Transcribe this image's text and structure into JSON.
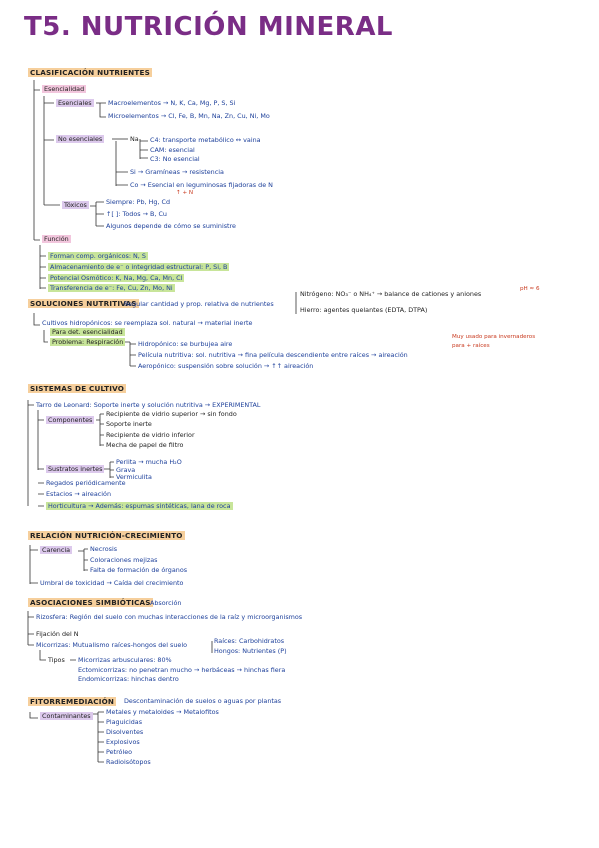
{
  "title": "T5. NUTRICIÓN MINERAL",
  "s1": {
    "heading": "CLASIFICACIÓN NUTRIENTES",
    "esencialidad": "Esencialidad",
    "esenciales": "Esenciales",
    "macro": "Macroelementos → N, K, Ca, Mg, P, S, Si",
    "micro": "Microelementos → Cl, Fe, B, Mn, Na, Zn, Cu, Ni, Mo",
    "no_esenciales": "No esenciales",
    "na_label": "Na",
    "na1": "C4: transporte metabólico ↔ vaina",
    "na2": "CAM: esencial",
    "na3": "C3: No esencial",
    "si": "Si → Gramíneas → resistencia",
    "co": "Co → Esencial en leguminosas fijadoras de N",
    "co_note": "↑ + N",
    "toxicos": "Tóxicos",
    "t1": "Siempre: Pb, Hg, Cd",
    "t2": "↑[ ]: Todos → B, Cu",
    "t3": "Algunos depende de cómo se suministre",
    "funcion": "Función",
    "f1": "Forman comp. orgánicos: N, S",
    "f2": "Almacenamiento de e⁻ o integridad estructural: P, Si, B",
    "f3": "Potencial Osmótico: K, Na, Mg, Ca, Mn, Cl",
    "f4": "Transferencia de e⁻: Fe, Cu, Zn, Mo, Ni"
  },
  "s2": {
    "heading": "SOLUCIONES NUTRITIVAS",
    "desc": "Regular cantidad y prop. relativa de nutrientes",
    "nitro": "Nitrógeno: NO₃⁻ o NH₄⁺ → balance de cationes y aniones",
    "hierro": "Hierro: agentes quelantes (EDTA, DTPA)",
    "ph": "pH ≈ 6",
    "cultivos": "Cultivos hidropónicos: se reemplaza sol. natural → material inerte",
    "para": "Para det. esencialidad",
    "problema": "Problema: Respiración",
    "p1": "Hidropónico: se burbujea aire",
    "p2": "Película nutritiva: sol. nutritiva → fina película descendiente entre raíces → aireación",
    "p3": "Aeropónico: suspensión sobre solución → ↑↑ aireación",
    "red": "Muy usado para invernaderos",
    "red2": "para + raíces"
  },
  "s3": {
    "heading": "SISTEMAS DE CULTIVO",
    "tarro": "Tarro de Leonard: Soporte inerte y solución nutritiva → EXPERIMENTAL",
    "componentes": "Componentes",
    "c1": "Recipiente de vidrio superior → sin fondo",
    "c2": "Soporte inerte",
    "c3": "Recipiente de vidrio inferior",
    "c4": "Mecha de papel de filtro",
    "sust": "Sustratos inertes",
    "su1": "Perlita → mucha H₂O",
    "su2": "Grava",
    "su3": "Vermiculita",
    "a1": "Regados periódicamente",
    "a2": "Estacios → aireación",
    "a3": "Horticultura → Además: espumas sintéticas, lana de roca"
  },
  "s4": {
    "heading": "RELACIÓN NUTRICIÓN-CRECIMIENTO",
    "carencia": "Carencia",
    "c1": "Necrosis",
    "c2": "Coloraciones mejizas",
    "c3": "Falta de formación de órganos",
    "umbral": "Umbral de toxicidad → Caída del crecimiento"
  },
  "s5": {
    "heading": "ASOCIACIONES SIMBIÓTICAS",
    "sub": "Absorción",
    "rizosfera": "Rizosfera: Región del suelo con muchas interacciones de la raíz y microorganismos",
    "fijacion": "Fijación del N",
    "micorrizas": "Micorrizas: Mutualismo raíces-hongos del suelo",
    "raices": "Raíces: Carbohidratos",
    "hongos": "Hongos: Nutrientes (P)",
    "tipos": "Tipos",
    "t1": "Micorrizas arbusculares: 80%",
    "t2": "Ectomicorrizas: no penetran mucho → herbáceas → hinchas fiera",
    "t3": "Endomicorrizas: hinchas dentro"
  },
  "s6": {
    "heading": "FITORREMEDIACIÓN",
    "desc": "Descontaminación de suelos o aguas por plantas",
    "cont": "Contaminantes",
    "c1": "Metales y metaloides → Metalofitos",
    "c2": "Plaguicidas",
    "c3": "Disolventes",
    "c4": "Explosivos",
    "c5": "Petróleo",
    "c6": "Radioisótopos"
  }
}
